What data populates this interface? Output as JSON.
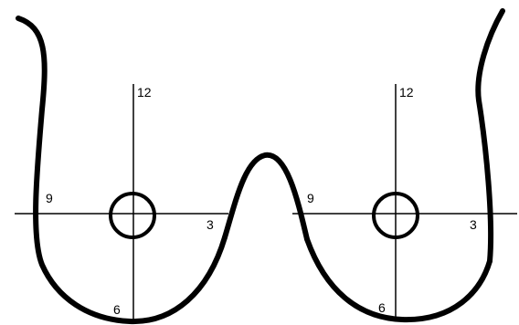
{
  "diagram": {
    "line_color": "#000000",
    "background_color": "#ffffff",
    "left_breast": {
      "label_top": "12",
      "label_left": "9",
      "label_right": "3",
      "label_bottom": "6"
    },
    "right_breast": {
      "label_top": "12",
      "label_left": "9",
      "label_right": "3",
      "label_bottom": "6"
    }
  }
}
